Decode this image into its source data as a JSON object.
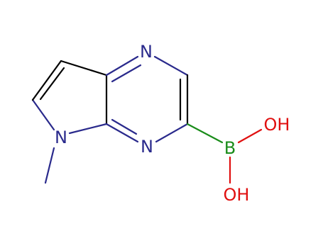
{
  "colors": {
    "background": "#ffffff",
    "nitrogen": "#2a2a8c",
    "boron": "#1a8c1a",
    "oxygen": "#e01010",
    "carbon_bond": "#000000"
  },
  "atoms": {
    "n_pyrazine_top": "N",
    "n_pyrazine_bottom": "N",
    "n_pyrrole": "N",
    "boron": "B",
    "hydroxyl_right": "OH",
    "hydroxyl_bottom": "OH"
  }
}
